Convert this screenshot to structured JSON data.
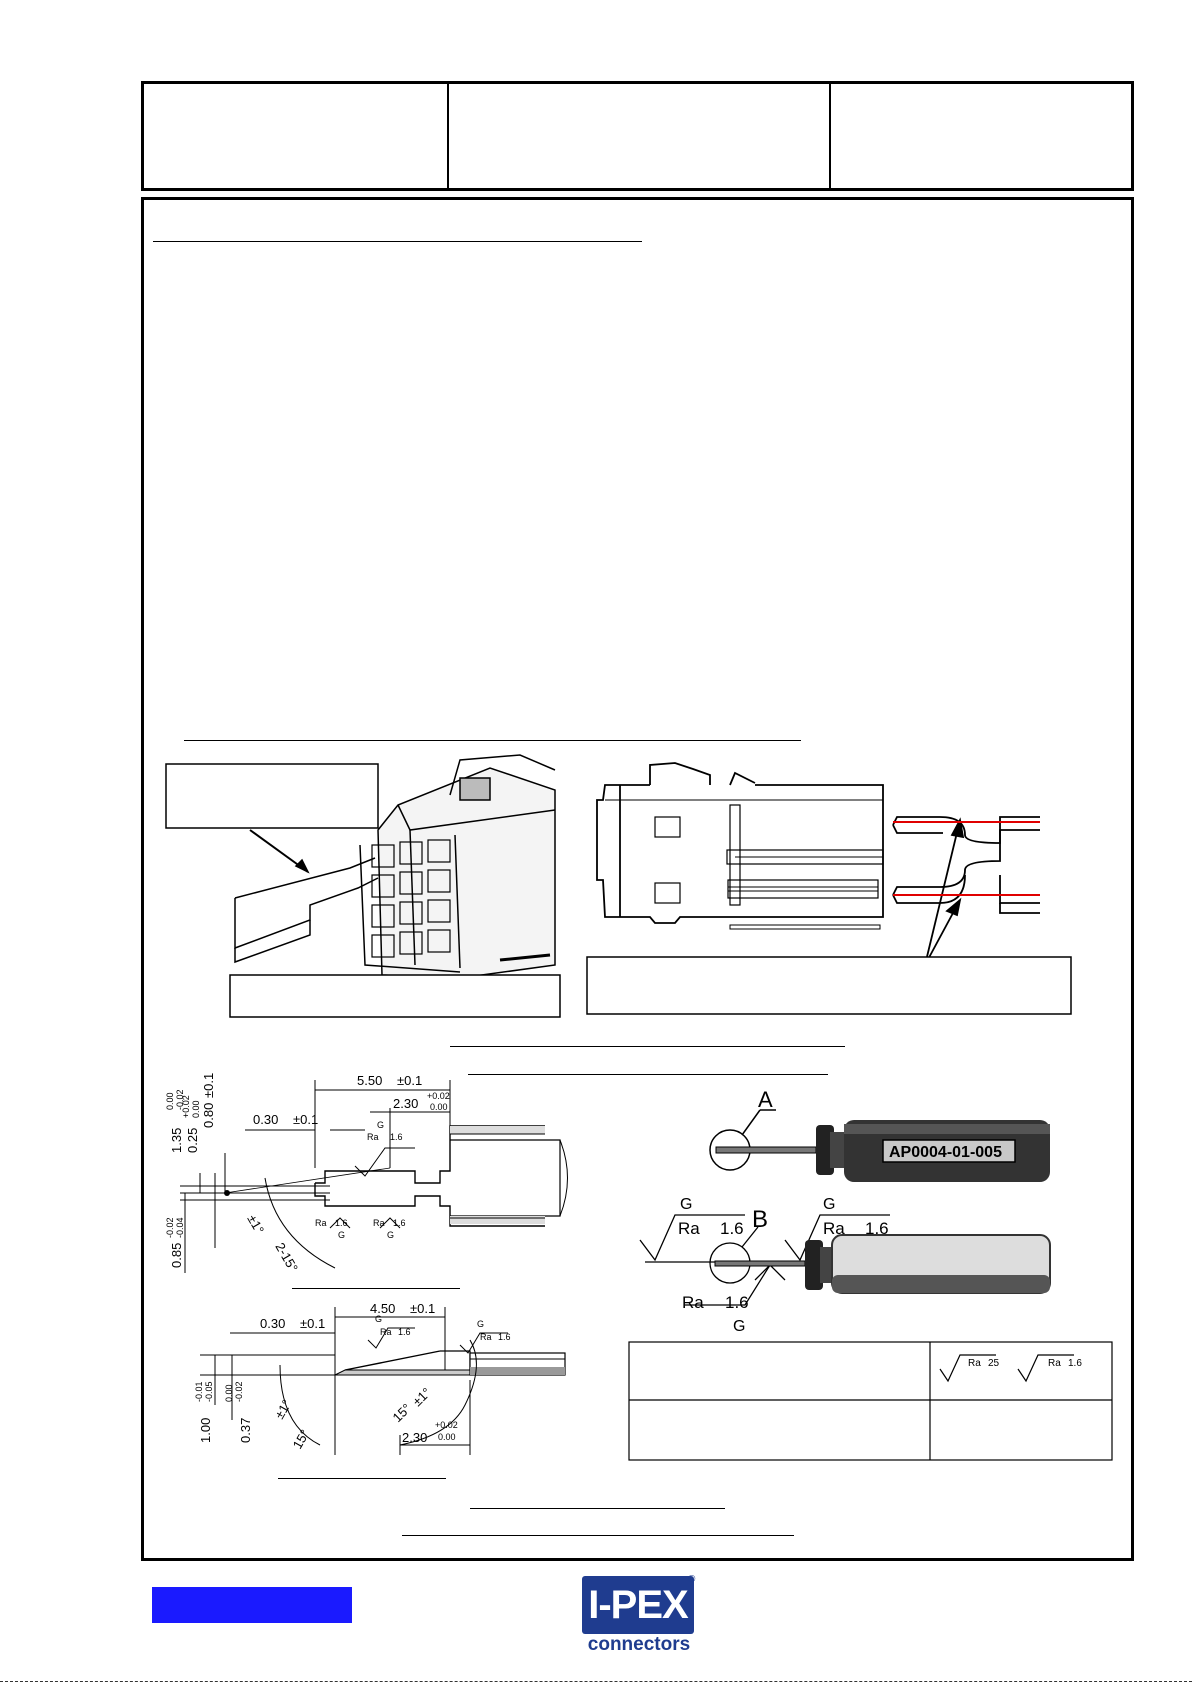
{
  "drawings": {
    "tool_detail_a": {
      "dims": {
        "width_top": "5.50",
        "tol_pm01": "±0.1",
        "depth": "2.30",
        "tol_plus": "+0.02",
        "tol_zero": "0.00",
        "tip_len": "0.30",
        "h1": "1.35",
        "h1_tol_a": "0.00",
        "h1_tol_b": "-0.02",
        "h2": "0.25",
        "h2_tol_a": "+0.02",
        "h2_tol_b": "0.00",
        "h3": "0.80",
        "h4": "0.85",
        "h4_tol_a": "-0.02",
        "h4_tol_b": "-0.04",
        "angle": "2-15°",
        "angle_tol": "±1°"
      }
    },
    "tool_detail_b": {
      "dims": {
        "width_top": "4.50",
        "tol_pm01": "±0.1",
        "tip_len": "0.30",
        "h1": "1.00",
        "h1_tol_a": "-0.01",
        "h1_tol_b": "-0.05",
        "h2": "0.37",
        "h2_tol_a": "0.00",
        "h2_tol_b": "-0.02",
        "angle_left": "15°",
        "angle_left_tol": "±1°",
        "angle_right": "15°",
        "angle_right_tol": "±1°",
        "depth": "2.30",
        "tol_plus": "+0.02",
        "tol_zero": "0.00"
      }
    },
    "surface": {
      "g": "G",
      "ra": "Ra",
      "ra_val": "1.6",
      "ra_25": "25"
    },
    "tool_a": {
      "callout": "A",
      "part_number": "AP0004-01-005"
    },
    "tool_b": {
      "callout": "B"
    }
  },
  "footer": {
    "logo_text": "I-PEX",
    "logo_sub": "connectors",
    "logo_mark": "®"
  },
  "colors": {
    "footer_badge": "#1a1aff",
    "logo_blue": "#1f3c8f",
    "red_guide": "#e00000"
  }
}
